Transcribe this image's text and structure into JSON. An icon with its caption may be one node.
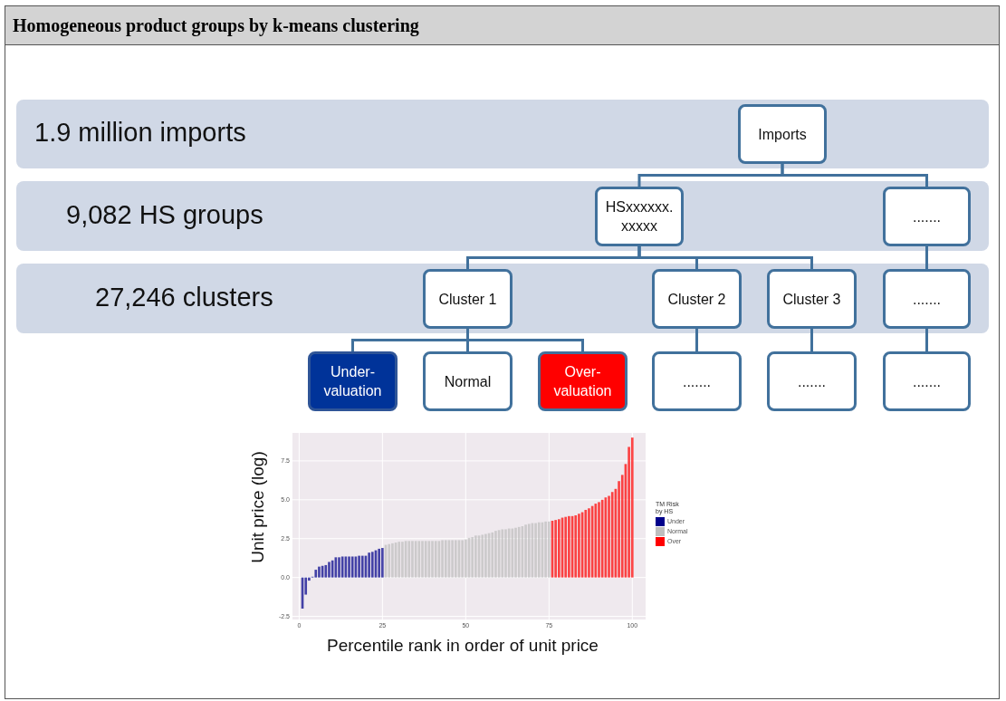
{
  "diagram": {
    "title": "Homogeneous product groups by k-means clustering",
    "nodes": [
      {
        "text": [
          "1.9 million imports"
        ]
      },
      {
        "text": [
          "Imports"
        ],
        "in": 0
      },
      {
        "text": [
          "9,082 HS groups"
        ]
      },
      {
        "text": [
          "HSxxxxxx. xxxxx"
        ],
        "in": 2
      },
      {
        "text": [
          "......."
        ],
        "in": 2
      },
      {
        "text": [
          "27,246 clusters"
        ]
      },
      {
        "text": [
          "Cluster 1"
        ],
        "in": 5
      },
      {
        "text": [
          "Cluster 2"
        ],
        "in": 5
      },
      {
        "text": [
          "Cluster 3"
        ],
        "in": 5
      },
      {
        "text": [
          "......."
        ],
        "in": 5
      },
      {
        "text": [
          "Under- valuation"
        ]
      },
      {
        "text": [
          "Normal"
        ]
      },
      {
        "text": [
          "Over- valuation"
        ]
      },
      {
        "text": [
          "......."
        ]
      },
      {
        "text": [
          "......."
        ]
      },
      {
        "text": [
          "......."
        ]
      }
    ],
    "edges": [
      {
        "from": 1,
        "to": 3,
        "arrow": "none"
      },
      {
        "from": 1,
        "to": 4,
        "arrow": "none"
      },
      {
        "from": 3,
        "to": 6,
        "arrow": "none"
      },
      {
        "from": 3,
        "to": 7,
        "arrow": "none"
      },
      {
        "from": 3,
        "to": 8,
        "arrow": "none"
      },
      {
        "from": 4,
        "to": 9,
        "arrow": "none"
      },
      {
        "from": 6,
        "to": 10,
        "arrow": "none"
      },
      {
        "from": 6,
        "to": 11,
        "arrow": "none"
      },
      {
        "from": 6,
        "to": 12,
        "arrow": "none"
      },
      {
        "from": 7,
        "to": 13,
        "arrow": "none"
      },
      {
        "from": 8,
        "to": 14,
        "arrow": "none"
      },
      {
        "from": 9,
        "to": 15,
        "arrow": "none"
      }
    ],
    "labels": [
      "TM Risk by HS"
    ],
    "chart_data": {
      "type": "bar",
      "xlabel": "Percentile rank in order of unit price",
      "ylabel": "Unit price (log)",
      "stacked": true,
      "x": [
        1,
        2,
        3,
        4,
        5,
        6,
        7,
        8,
        9,
        10,
        11,
        12,
        13,
        14,
        15,
        16,
        17,
        18,
        19,
        20,
        21,
        22,
        23,
        24,
        25,
        26,
        27,
        28,
        29,
        30,
        31,
        32,
        33,
        34,
        35,
        36,
        37,
        38,
        39,
        40,
        41,
        42,
        43,
        44,
        45,
        46,
        47,
        48,
        49,
        50,
        51,
        52,
        53,
        54,
        55,
        56,
        57,
        58,
        59,
        60,
        61,
        62,
        63,
        64,
        65,
        66,
        67,
        68,
        69,
        70,
        71,
        72,
        73,
        74,
        75,
        76,
        77,
        78,
        79,
        80,
        81,
        82,
        83,
        84,
        85,
        86,
        87,
        88,
        89,
        90,
        91,
        92,
        93,
        94,
        95,
        96,
        97,
        98,
        99,
        100
      ],
      "grid": true,
      "legend": "right",
      "xlim": [
        -2,
        104
      ],
      "ylim": [
        -2.7,
        9.3
      ],
      "xticks": [
        0,
        25,
        50,
        75,
        100
      ],
      "yticks": [
        {
          "value": -2.5,
          "label": "-2.5"
        },
        {
          "value": 0,
          "label": "0.0"
        },
        {
          "value": 2.5,
          "label": "2.5"
        },
        {
          "value": 5,
          "label": "5.0"
        },
        {
          "value": 7.5,
          "label": "7.5"
        }
      ],
      "series": [
        {
          "name": "Under",
          "color": "#00008b",
          "values": [
            -2.0,
            -1.1,
            -0.2,
            0.05,
            0.5,
            0.7,
            0.75,
            0.8,
            1.0,
            1.1,
            1.3,
            1.3,
            1.35,
            1.35,
            1.35,
            1.35,
            1.35,
            1.4,
            1.4,
            1.4,
            1.6,
            1.65,
            1.75,
            1.85,
            1.9,
            null,
            null,
            null,
            null,
            null,
            null,
            null,
            null,
            null,
            null,
            null,
            null,
            null,
            null,
            null,
            null,
            null,
            null,
            null,
            null,
            null,
            null,
            null,
            null,
            null,
            null,
            null,
            null,
            null,
            null,
            null,
            null,
            null,
            null,
            null,
            null,
            null,
            null,
            null,
            null,
            null,
            null,
            null,
            null,
            null,
            null,
            null,
            null,
            null,
            null,
            null,
            null,
            null,
            null,
            null,
            null,
            null,
            null,
            null,
            null,
            null,
            null,
            null,
            null,
            null,
            null,
            null,
            null,
            null,
            null,
            null,
            null,
            null,
            null,
            null
          ]
        },
        {
          "name": "Normal",
          "color": "#bebebe",
          "values": [
            null,
            null,
            null,
            null,
            null,
            null,
            null,
            null,
            null,
            null,
            null,
            null,
            null,
            null,
            null,
            null,
            null,
            null,
            null,
            null,
            null,
            null,
            null,
            null,
            null,
            2.1,
            2.15,
            2.2,
            2.25,
            2.3,
            2.3,
            2.35,
            2.35,
            2.35,
            2.35,
            2.35,
            2.35,
            2.35,
            2.35,
            2.35,
            2.35,
            2.35,
            2.4,
            2.4,
            2.4,
            2.4,
            2.4,
            2.4,
            2.4,
            2.45,
            2.55,
            2.6,
            2.7,
            2.7,
            2.75,
            2.8,
            2.85,
            2.9,
            3.0,
            3.05,
            3.1,
            3.1,
            3.15,
            3.15,
            3.2,
            3.25,
            3.3,
            3.4,
            3.45,
            3.5,
            3.5,
            3.55,
            3.55,
            3.6,
            3.6,
            null,
            null,
            null,
            null,
            null,
            null,
            null,
            null,
            null,
            null,
            null,
            null,
            null,
            null,
            null,
            null,
            null,
            null,
            null,
            null,
            null,
            null,
            null,
            null,
            null
          ]
        },
        {
          "name": "Over",
          "color": "#ff0000",
          "values": [
            null,
            null,
            null,
            null,
            null,
            null,
            null,
            null,
            null,
            null,
            null,
            null,
            null,
            null,
            null,
            null,
            null,
            null,
            null,
            null,
            null,
            null,
            null,
            null,
            null,
            null,
            null,
            null,
            null,
            null,
            null,
            null,
            null,
            null,
            null,
            null,
            null,
            null,
            null,
            null,
            null,
            null,
            null,
            null,
            null,
            null,
            null,
            null,
            null,
            null,
            null,
            null,
            null,
            null,
            null,
            null,
            null,
            null,
            null,
            null,
            null,
            null,
            null,
            null,
            null,
            null,
            null,
            null,
            null,
            null,
            null,
            null,
            null,
            null,
            null,
            3.65,
            3.7,
            3.75,
            3.85,
            3.9,
            3.95,
            3.95,
            4.0,
            4.1,
            4.2,
            4.35,
            4.45,
            4.6,
            4.75,
            4.85,
            5.0,
            5.15,
            5.25,
            5.5,
            5.7,
            6.2,
            6.6,
            7.3,
            8.4,
            9.0
          ]
        }
      ]
    }
  }
}
